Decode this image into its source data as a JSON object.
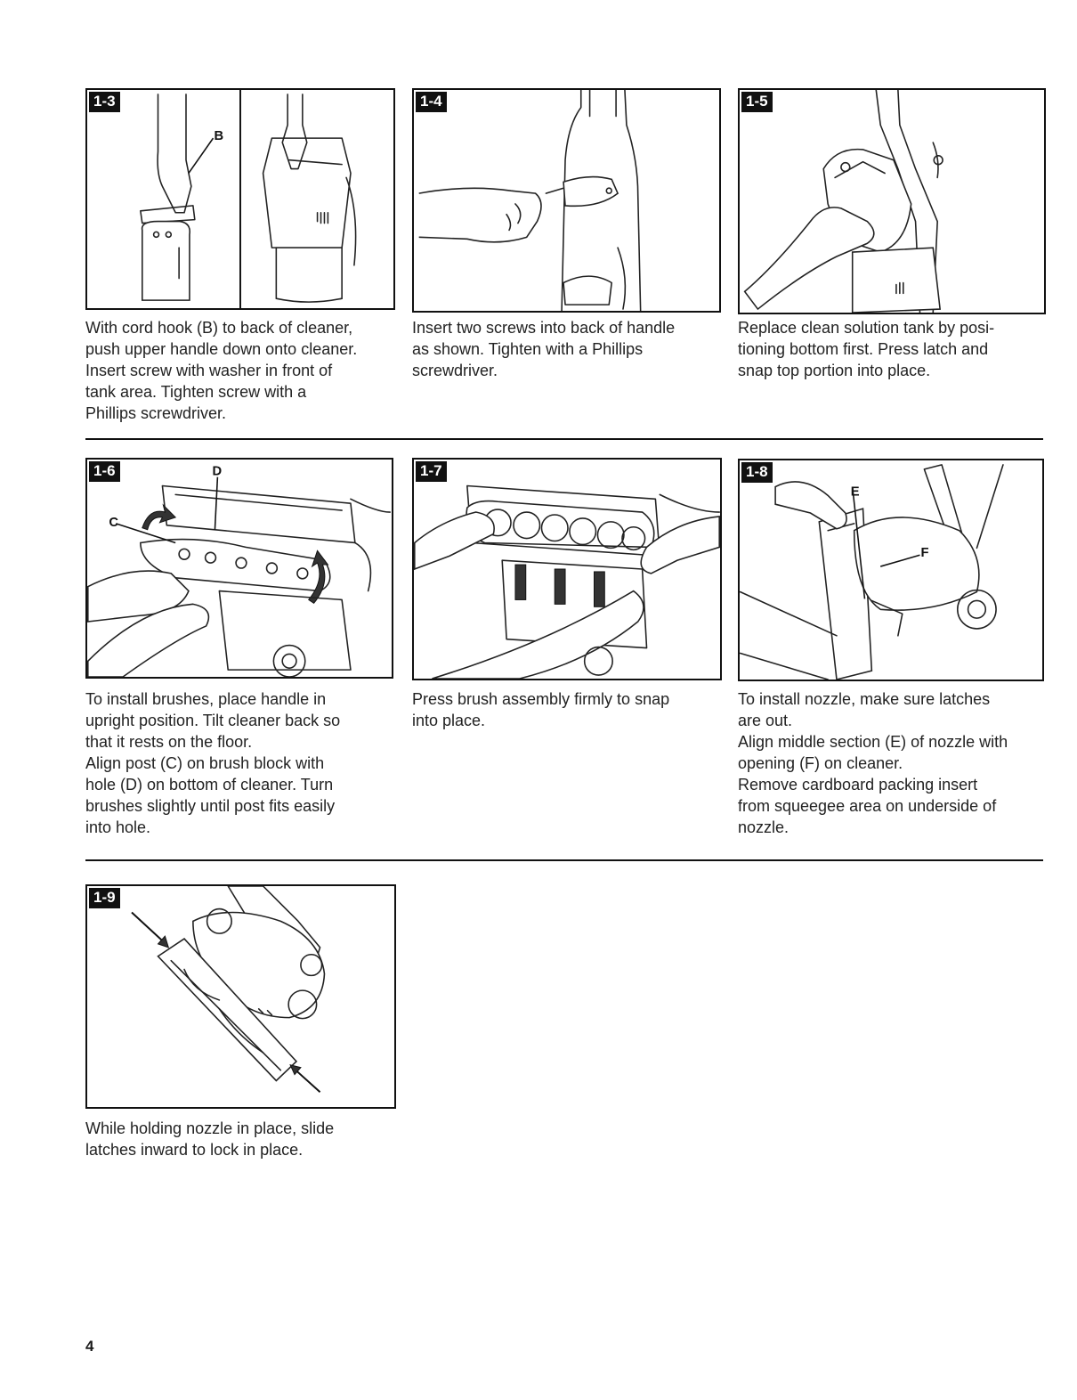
{
  "page_number": "4",
  "steps": [
    {
      "id": "1-3",
      "caption": "With cord hook (B) to back of cleaner,\npush upper handle down onto cleaner.\nInsert screw with washer in front of\ntank area.  Tighten screw with a\nPhillips screwdriver.",
      "callouts": [
        "B"
      ]
    },
    {
      "id": "1-4",
      "caption": "Insert two screws into back of handle\nas shown. Tighten with a Phillips\nscrewdriver.",
      "callouts": []
    },
    {
      "id": "1-5",
      "caption": "Replace clean solution tank by posi-\ntioning bottom first. Press latch and\nsnap top portion into place.",
      "callouts": []
    },
    {
      "id": "1-6",
      "caption": "To install brushes, place handle in\nupright position. Tilt cleaner back so\nthat it rests on the floor.\nAlign post (C) on brush block with\nhole (D) on bottom of cleaner. Turn\nbrushes slightly until post fits easily\ninto hole.",
      "callouts": [
        "C",
        "D"
      ]
    },
    {
      "id": "1-7",
      "caption": "Press brush assembly firmly to snap\ninto place.",
      "callouts": []
    },
    {
      "id": "1-8",
      "caption": "To install nozzle, make sure latches\nare out.\nAlign middle section (E) of nozzle with\nopening (F) on cleaner.\nRemove cardboard packing insert\nfrom squeegee area on underside of\nnozzle.",
      "callouts": [
        "E",
        "F"
      ]
    },
    {
      "id": "1-9",
      "caption": "While holding nozzle in place, slide\nlatches inward to lock in place.",
      "callouts": []
    }
  ]
}
